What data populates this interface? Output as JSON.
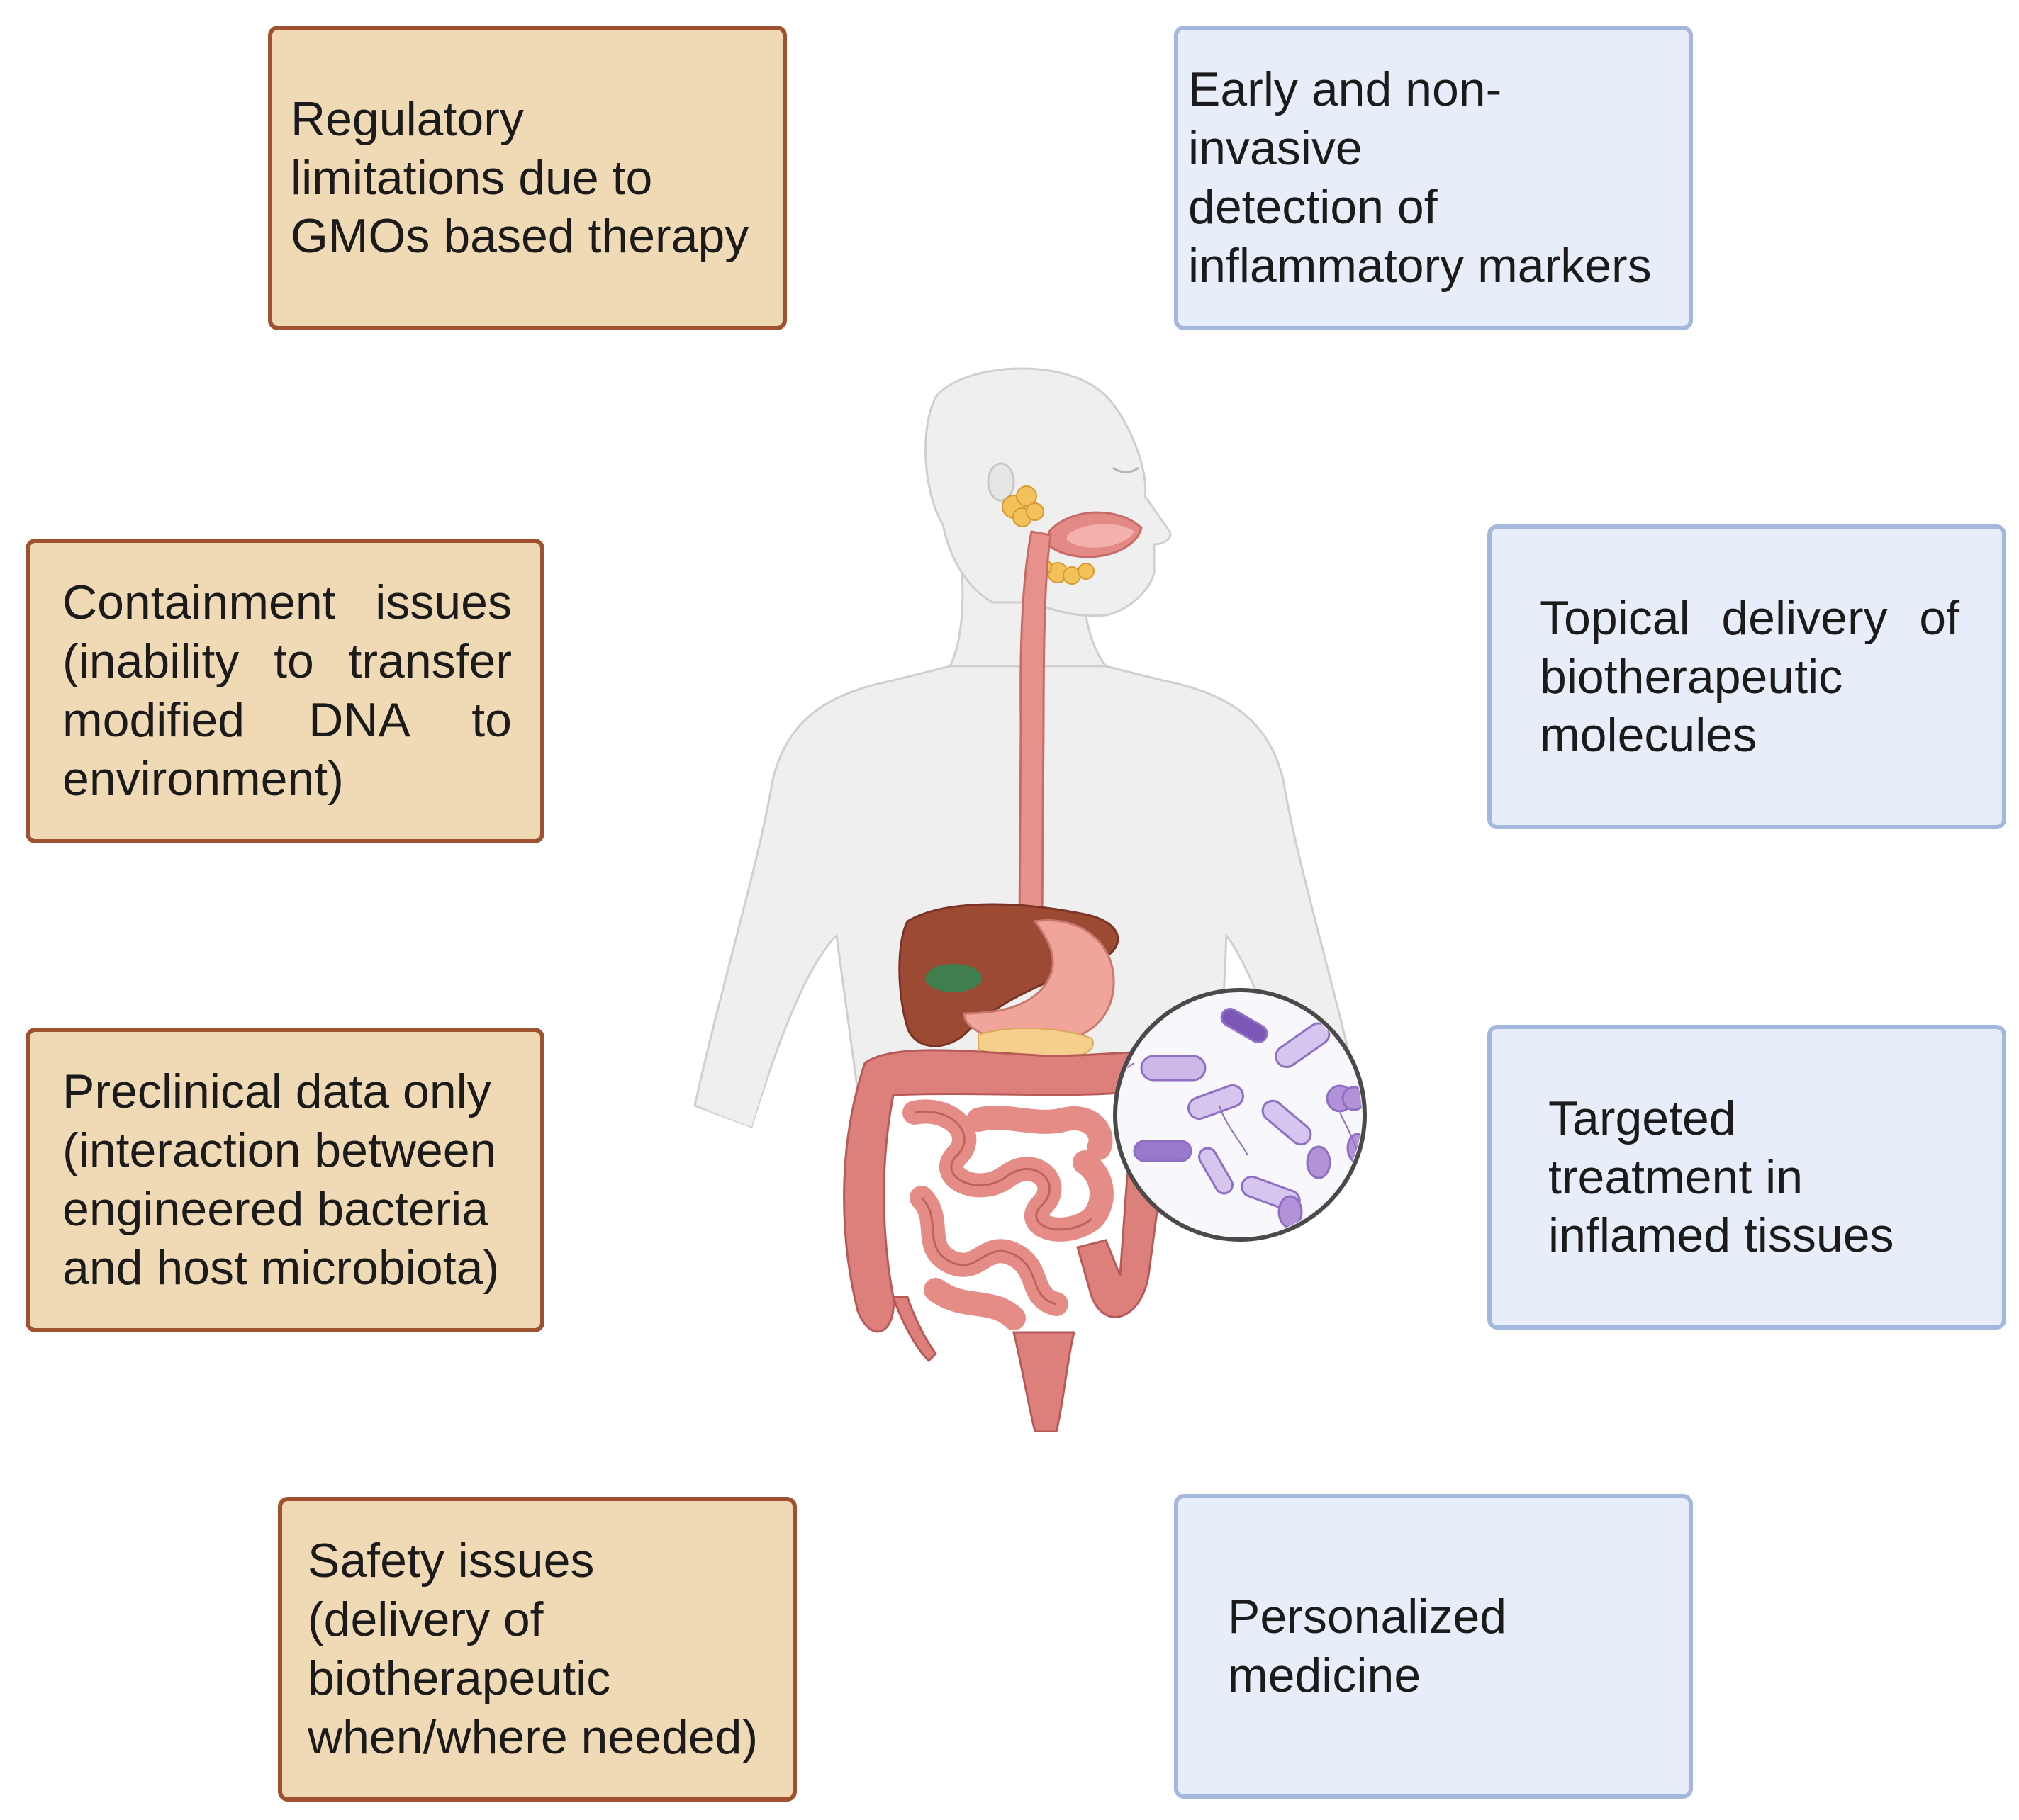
{
  "limitations": [
    {
      "id": "regulatory",
      "lines": [
        "Regulatory",
        "limitations due to",
        "GMOs based therapy"
      ]
    },
    {
      "id": "containment",
      "lines": [
        "Containment issues",
        "(inability to transfer",
        "modified DNA to",
        "environment)"
      ]
    },
    {
      "id": "preclinical",
      "lines": [
        "Preclinical data only",
        "(interaction between",
        "engineered bacteria",
        "and host microbiota)"
      ]
    },
    {
      "id": "safety",
      "lines": [
        "Safety issues",
        "(delivery of",
        "biotherapeutic",
        "when/where needed)"
      ]
    }
  ],
  "advantages": [
    {
      "id": "detection",
      "lines": [
        "Early and non-invasive",
        "detection of",
        "inflammatory markers"
      ]
    },
    {
      "id": "topical",
      "lines": [
        "Topical delivery of",
        "biotherapeutic",
        "molecules"
      ]
    },
    {
      "id": "targeted",
      "lines": [
        "Targeted",
        "treatment in",
        "inflamed tissues"
      ]
    },
    {
      "id": "personalized",
      "lines": [
        "Personalized",
        "medicine"
      ]
    }
  ],
  "colors": {
    "limitation_fill": "#f0d9b5",
    "limitation_border": "#a05230",
    "advantage_fill": "#e8eef9",
    "advantage_border": "#a4b7dc",
    "body": "#efefef",
    "gut": "#e48a86",
    "liver": "#9c4a34",
    "bacteria": "#b49ad8"
  }
}
